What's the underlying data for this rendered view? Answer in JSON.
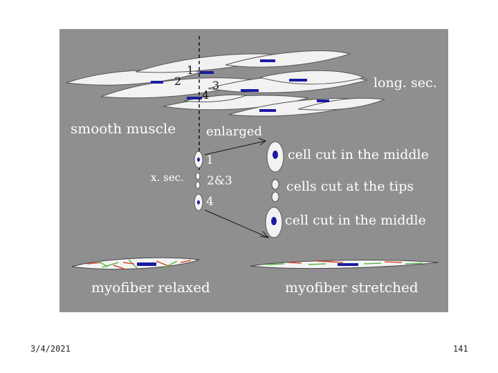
{
  "diagram": {
    "labels": {
      "smooth_muscle": "smooth muscle",
      "long_sec": "long. sec.",
      "enlarged": "enlarged",
      "x_sec": "x. sec.",
      "num1": "1",
      "num2": "2",
      "num3": "3",
      "num4": "4",
      "xsec_1": "1",
      "xsec_23": "2&3",
      "xsec_4": "4",
      "cell_middle_1": "cell cut in the middle",
      "cells_tips": "cells cut at the tips",
      "cell_middle_2": "cell cut in the middle",
      "myofiber_relaxed": "myofiber relaxed",
      "myofiber_stretched": "myofiber stretched"
    },
    "colors": {
      "panel": "#8f8f8f",
      "cell": "#f2f2f2",
      "nucleus": "#1a1aa0",
      "fiber_red": "#d94a2a",
      "fiber_green": "#5ab84a"
    }
  },
  "footer": {
    "date": "3/4/2021",
    "page": "141"
  }
}
